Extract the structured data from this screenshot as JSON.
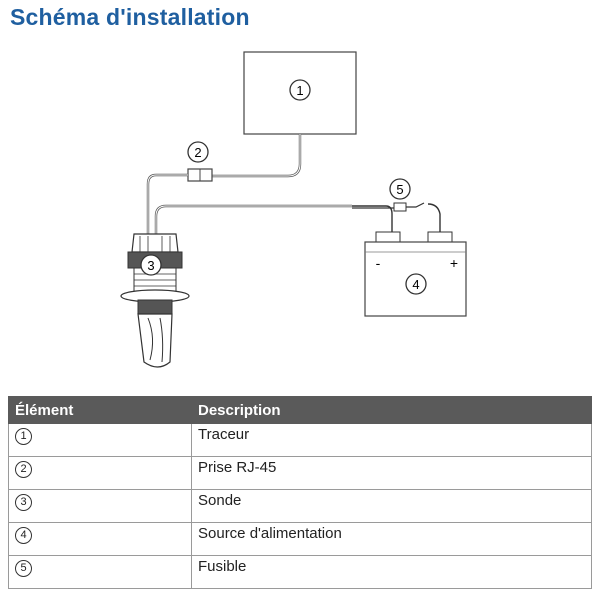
{
  "title": "Schéma d'installation",
  "diagram": {
    "callouts": [
      "1",
      "2",
      "3",
      "4",
      "5"
    ],
    "battery_minus": "-",
    "battery_plus": "+"
  },
  "table": {
    "headers": [
      "Élément",
      "Description"
    ],
    "rows": [
      {
        "num": "1",
        "description": "Traceur"
      },
      {
        "num": "2",
        "description": "Prise RJ-45"
      },
      {
        "num": "3",
        "description": "Sonde"
      },
      {
        "num": "4",
        "description": "Source d'alimentation"
      },
      {
        "num": "5",
        "description": "Fusible"
      }
    ]
  }
}
